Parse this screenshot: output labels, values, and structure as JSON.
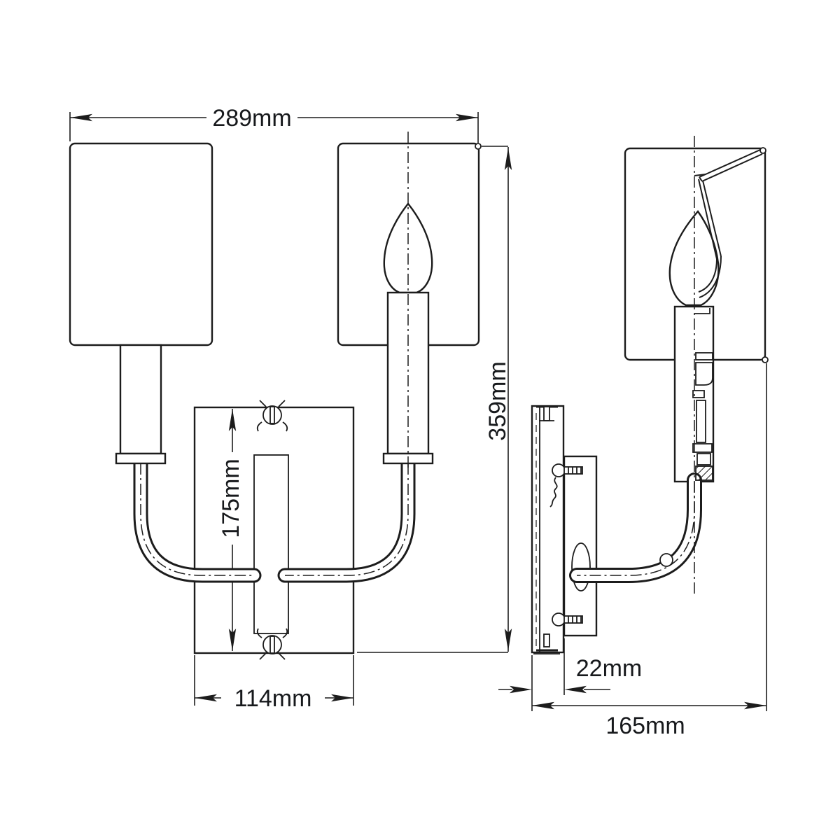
{
  "diagram": {
    "kind": "technical-drawing",
    "dimensions": {
      "front_width": "289mm",
      "overall_height": "359mm",
      "backplate_height": "175mm",
      "backplate_width": "114mm",
      "backplate_depth": "22mm",
      "projection_depth": "165mm"
    },
    "colors": {
      "line": "#1c1c1c",
      "text": "#17191c",
      "background": "#ffffff"
    }
  }
}
